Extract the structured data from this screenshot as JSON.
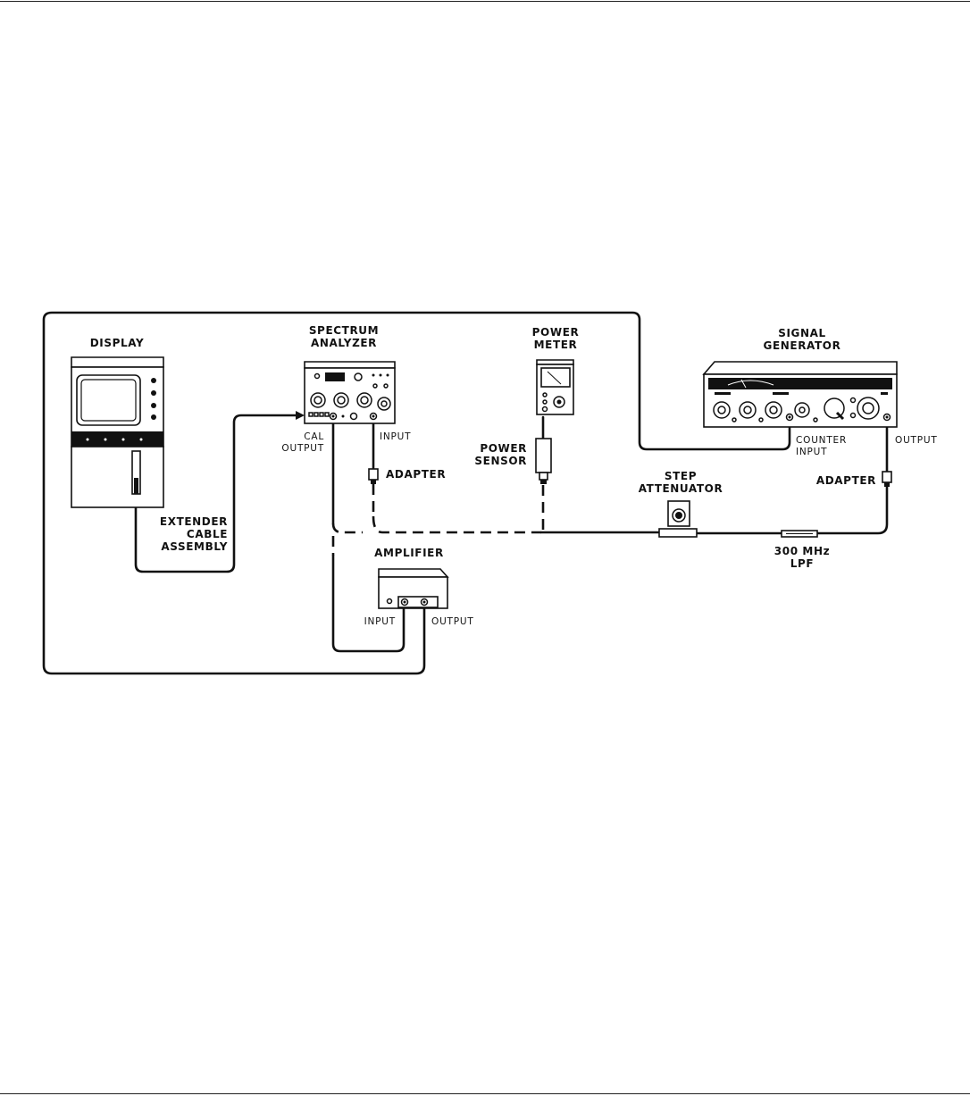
{
  "labels": {
    "display": "DISPLAY",
    "spectrum_analyzer": [
      "SPECTRUM",
      "ANALYZER"
    ],
    "power_meter": [
      "POWER",
      "METER"
    ],
    "signal_generator": [
      "SIGNAL",
      "GENERATOR"
    ],
    "cal_output": [
      "CAL",
      "OUTPUT"
    ],
    "sa_input": "INPUT",
    "adapter_sa": "ADAPTER",
    "power_sensor": [
      "POWER",
      "SENSOR"
    ],
    "counter_input": [
      "COUNTER",
      "INPUT"
    ],
    "sg_output": "OUTPUT",
    "adapter_sg": "ADAPTER",
    "step_attenuator": [
      "STEP",
      "ATTENUATOR"
    ],
    "extender_cable": [
      "EXTENDER",
      "CABLE",
      "ASSEMBLY"
    ],
    "amplifier": "AMPLIFIER",
    "amp_input": "INPUT",
    "amp_output": "OUTPUT",
    "lpf": [
      "300 MHz",
      "LPF"
    ]
  }
}
